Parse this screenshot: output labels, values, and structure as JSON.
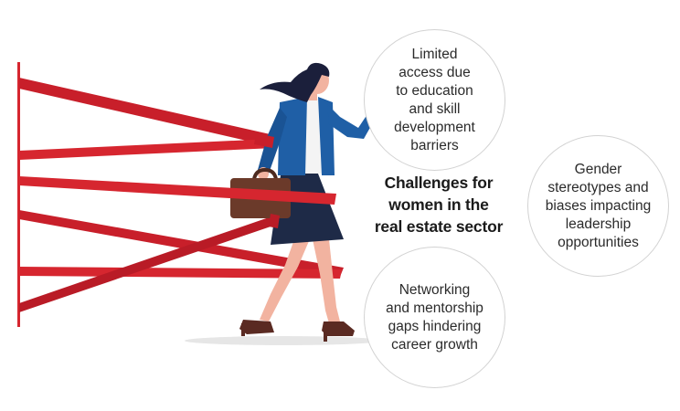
{
  "title": {
    "line1": "Challenges for",
    "line2": "women in the",
    "line3": "real estate sector"
  },
  "challenges": [
    {
      "lines": [
        "Limited",
        "access due",
        "to education",
        "and skill",
        "development",
        "barriers"
      ]
    },
    {
      "lines": [
        "Gender",
        "stereotypes and",
        "biases impacting",
        "leadership",
        "opportunities"
      ]
    },
    {
      "lines": [
        "Networking",
        "and mentorship",
        "gaps hindering",
        "career growth"
      ]
    }
  ],
  "colors": {
    "tape": "#d6262f",
    "wall": "#d6262f",
    "jacket": "#1f5fa6",
    "skirt": "#1e2a47",
    "hair": "#1b1f3b",
    "skin": "#f2b3a0",
    "briefcase": "#6b3a2a",
    "shoes": "#5a2a22",
    "bubble_border": "#d2d2d2"
  }
}
